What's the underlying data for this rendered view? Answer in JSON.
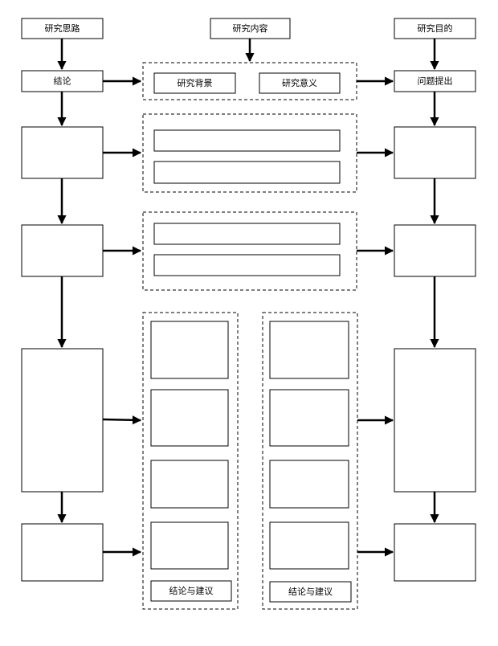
{
  "title": "研究思路框图",
  "colors": {
    "line": "#000000",
    "background": "#ffffff"
  },
  "left_column": {
    "header": "研究思路",
    "steps": [
      "结论",
      "",
      "",
      "",
      ""
    ]
  },
  "center_column": {
    "header": "研究内容",
    "row1": [
      "研究背景",
      "研究意义"
    ],
    "row2": [
      "",
      ""
    ],
    "row3": [
      "",
      ""
    ],
    "group_a_footer": "结论与建议",
    "group_b_footer": "结论与建议"
  },
  "right_column": {
    "header": "研究目的",
    "steps": [
      "问题提出",
      "",
      "",
      "",
      ""
    ]
  }
}
